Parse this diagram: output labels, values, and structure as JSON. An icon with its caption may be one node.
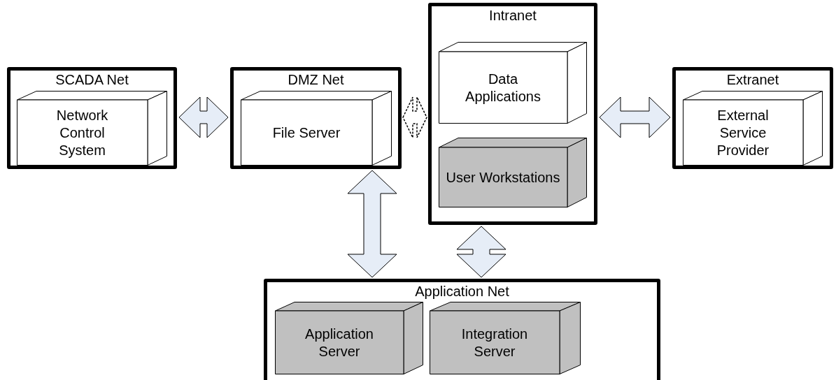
{
  "diagram": {
    "nodes": [
      {
        "text": [
          "SCADA Net"
        ]
      },
      {
        "text": [
          "Network Control System"
        ],
        "in": 0
      },
      {
        "text": [
          "DMZ Net"
        ]
      },
      {
        "text": [
          "File Server"
        ],
        "in": 2
      },
      {
        "text": [
          "Intranet"
        ]
      },
      {
        "text": [
          "Data Applications"
        ],
        "in": 4
      },
      {
        "text": [
          "User Workstations"
        ],
        "in": 4
      },
      {
        "text": [
          "Extranet"
        ]
      },
      {
        "text": [
          "External Service Provider"
        ],
        "in": 7
      },
      {
        "text": [
          "Application Net"
        ]
      },
      {
        "text": [
          "Application Server"
        ],
        "in": 9
      },
      {
        "text": [
          "Integration Server"
        ],
        "in": 9
      }
    ],
    "edges": [
      {
        "from": 0,
        "to": 2,
        "arrow": "both"
      },
      {
        "from": 2,
        "to": 4,
        "arrow": "both",
        "style": "dashed"
      },
      {
        "from": 4,
        "to": 7,
        "arrow": "both"
      },
      {
        "from": 2,
        "to": 9,
        "arrow": "both"
      },
      {
        "from": 4,
        "to": 9,
        "arrow": "both"
      }
    ]
  }
}
